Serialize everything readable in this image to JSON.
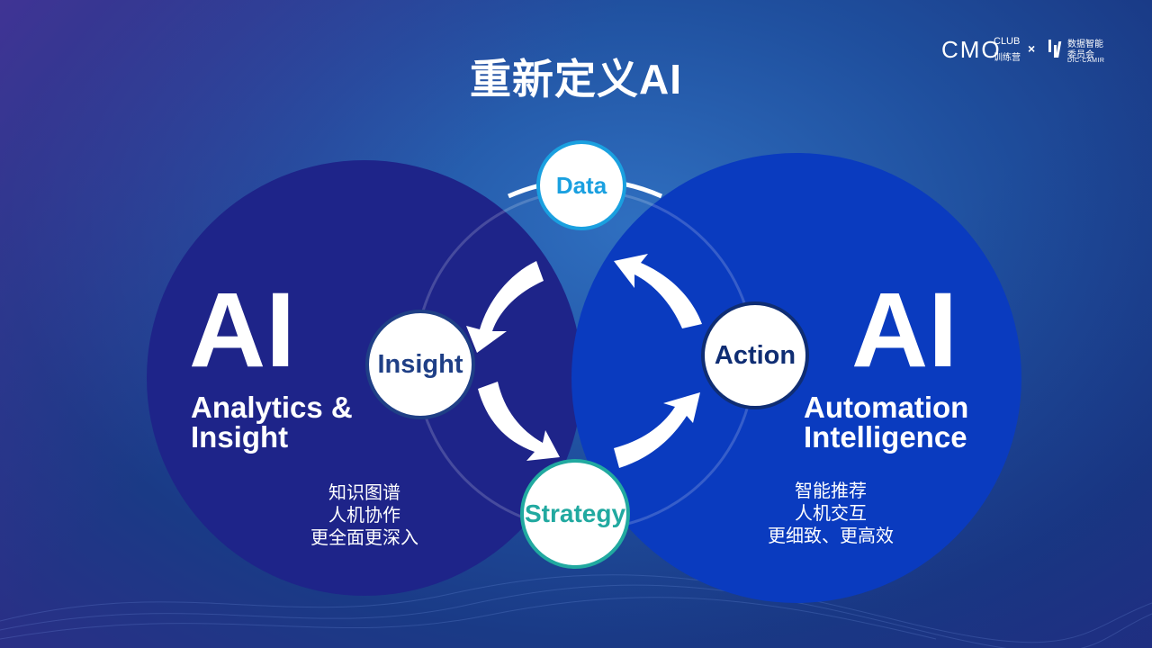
{
  "title": "重新定义AI",
  "brand": {
    "cmo": "CMO",
    "club": "CLUB",
    "camp": "训练营",
    "x": "×",
    "dic_line1": "数据智能",
    "dic_line2": "委员会",
    "dic_line3": "DIC·CAMIR"
  },
  "left": {
    "big": "AI",
    "sub_line1": "Analytics &",
    "sub_line2": "Insight",
    "points": [
      "知识图谱",
      "人机协作",
      "更全面更深入"
    ]
  },
  "right": {
    "big": "AI",
    "sub_line1": "Automation",
    "sub_line2": "Intelligence",
    "points": [
      "智能推荐",
      "人机交互",
      "更细致、更高效"
    ]
  },
  "nodes": {
    "data": "Data",
    "insight": "Insight",
    "action": "Action",
    "strategy": "Strategy"
  },
  "colors": {
    "left_circle": "#1e2489",
    "right_circle": "#0a3bbf",
    "data_text": "#1aa0e0",
    "insight_text": "#1f3f86",
    "action_text": "#0f2d73",
    "strategy_text": "#21a9a0"
  }
}
